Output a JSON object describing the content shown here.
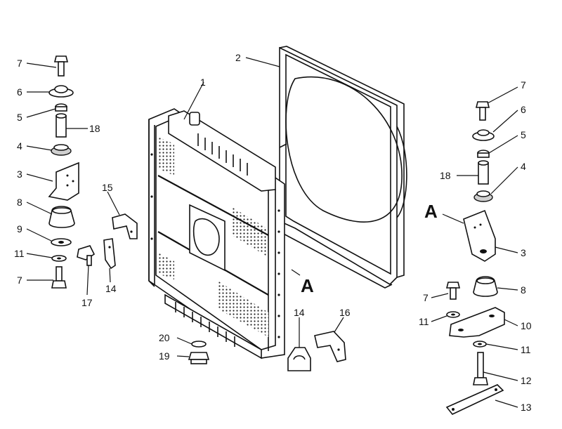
{
  "diagram": {
    "section_marker": "A",
    "labels": {
      "l_part1": "1",
      "l_part2": "2",
      "l_left_7a": "7",
      "l_left_6": "6",
      "l_left_5": "5",
      "l_left_18": "18",
      "l_left_4": "4",
      "l_left_3": "3",
      "l_left_8": "8",
      "l_left_9": "9",
      "l_left_11": "11",
      "l_left_7b": "7",
      "l_15": "15",
      "l_14a": "14",
      "l_17": "17",
      "l_20": "20",
      "l_19": "19",
      "l_14b": "14",
      "l_16": "16",
      "l_right_7a": "7",
      "l_right_6": "6",
      "l_right_5": "5",
      "l_right_18": "18",
      "l_right_4": "4",
      "l_right_3": "3",
      "l_right_7b": "7",
      "l_right_8": "8",
      "l_right_11a": "11",
      "l_right_10": "10",
      "l_right_11b": "11",
      "l_right_12": "12",
      "l_right_13": "13"
    }
  }
}
